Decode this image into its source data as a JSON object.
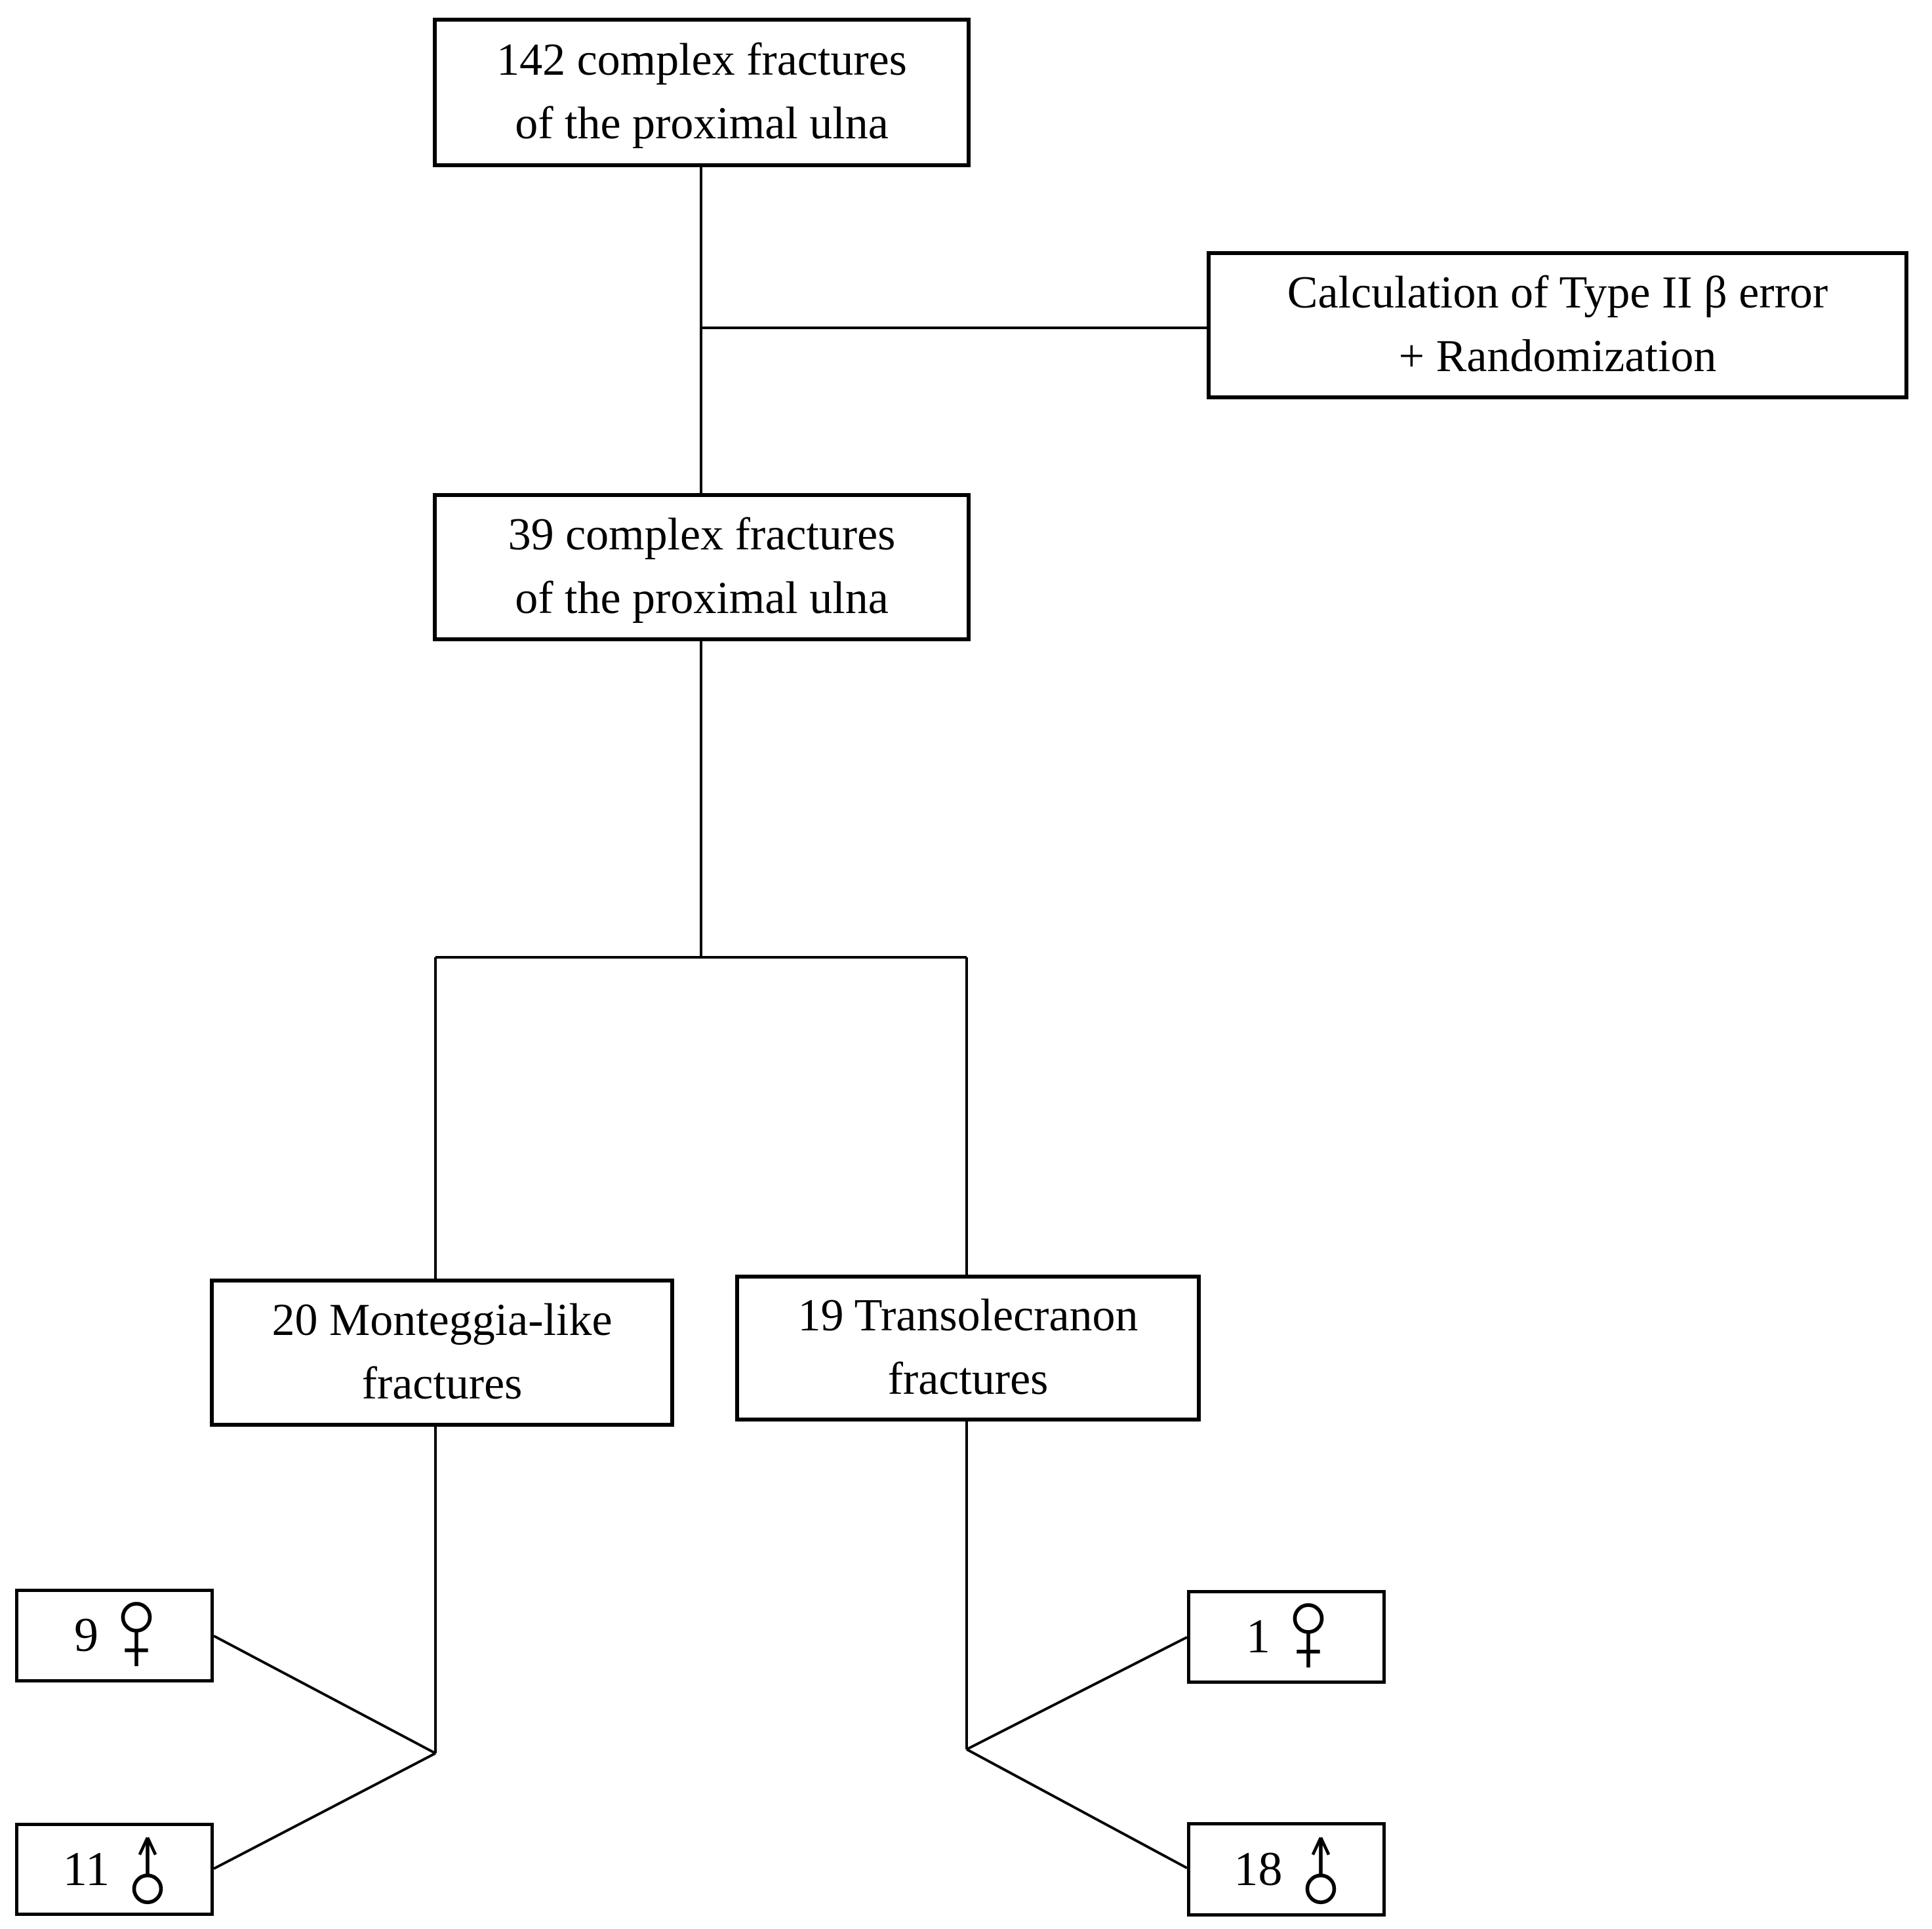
{
  "figure": {
    "background": "#ffffff",
    "line_color": "#000000",
    "text_color": "#000000",
    "nodes": {
      "total_fractures": {
        "line1": "142 complex fractures",
        "line2": "of the proximal ulna"
      },
      "calculation": {
        "line1": "Calculation of Type II β error",
        "line2": "+ Randomization"
      },
      "randomized_fractures": {
        "line1": "39 complex fractures",
        "line2": "of the proximal ulna"
      },
      "monteggia": {
        "line1": "20 Monteggia-like",
        "line2": "fractures"
      },
      "transolecranon": {
        "line1": "19 Transolecranon",
        "line2": "fractures"
      },
      "monteggia_female": {
        "count": "9",
        "gender": "female",
        "symbol": "female-sign"
      },
      "monteggia_male": {
        "count": "11",
        "gender": "male",
        "symbol": "male-sign-vertical-arrow"
      },
      "transolecranon_female": {
        "count": "1",
        "gender": "female",
        "symbol": "female-sign"
      },
      "transolecranon_male": {
        "count": "18",
        "gender": "male",
        "symbol": "male-sign-vertical-arrow"
      }
    }
  }
}
